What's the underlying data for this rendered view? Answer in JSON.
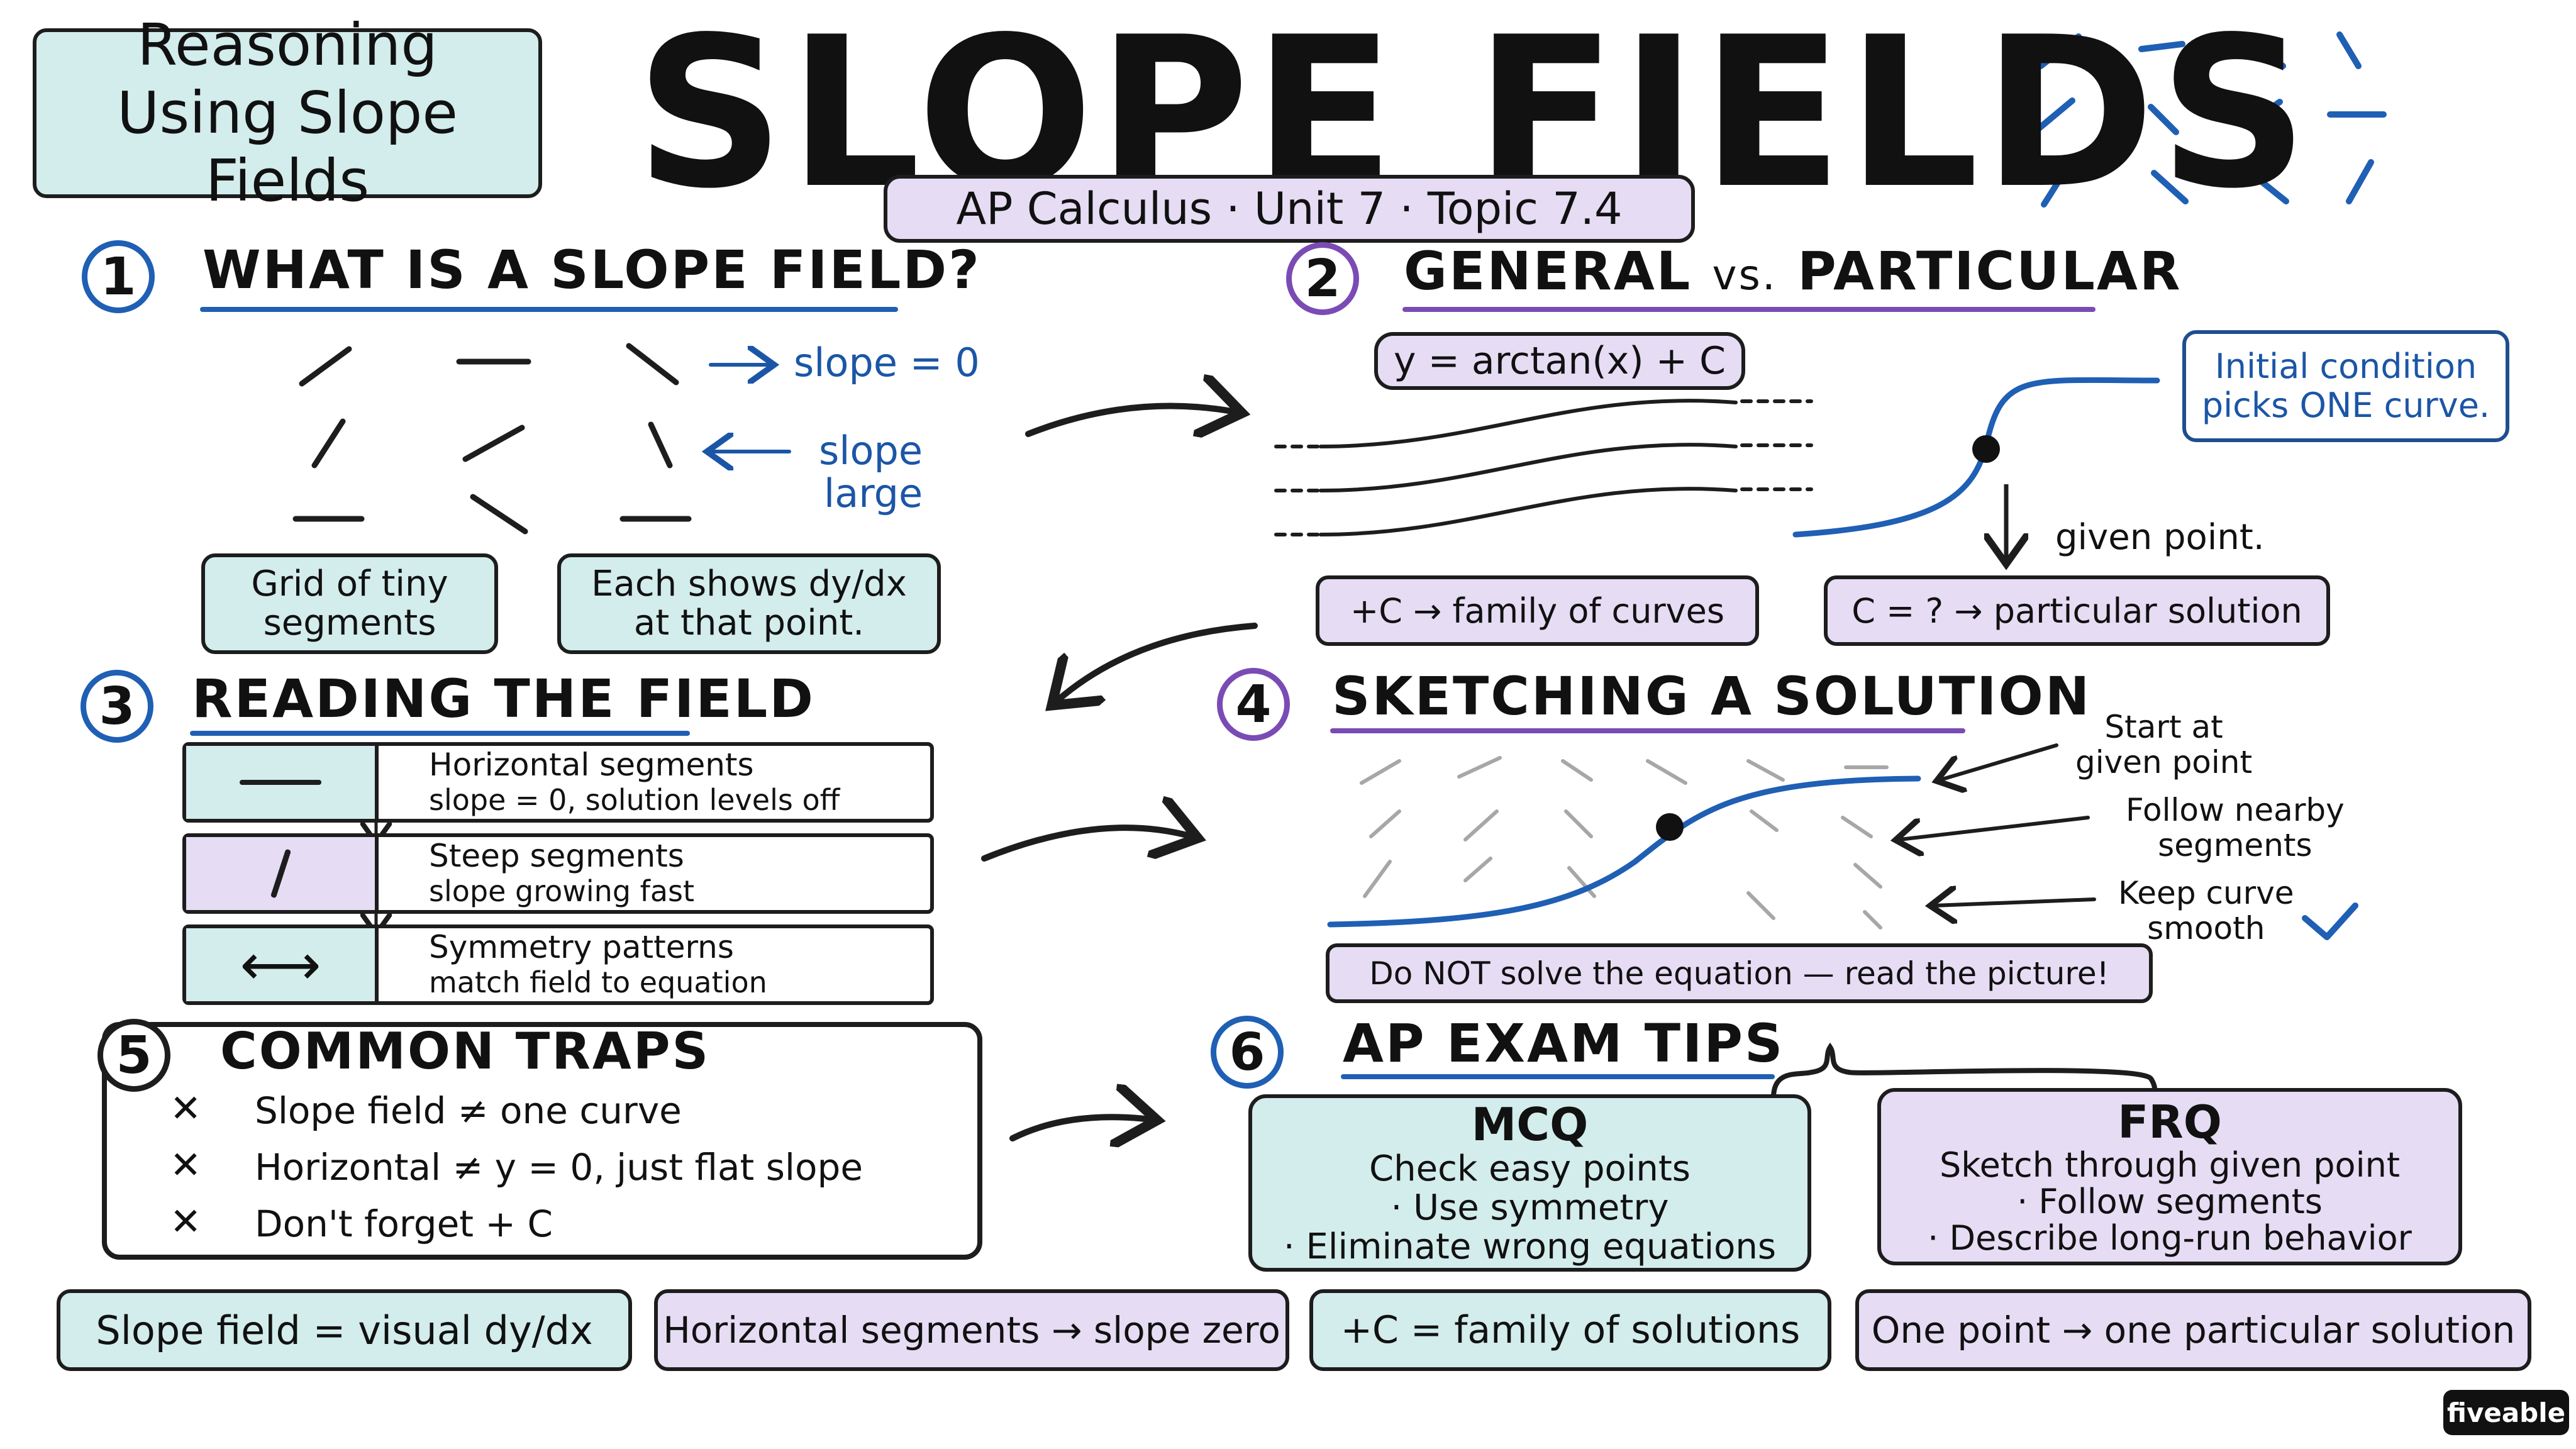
{
  "title": "SLOPE FIELDS",
  "subtitle": "AP Calculus · Unit 7 · Topic 7.4",
  "corner_label": [
    "Reasoning",
    "Using Slope Fields"
  ],
  "section1": {
    "number": "1",
    "heading": "WHAT IS A SLOPE FIELD?",
    "note_slope_zero": "slope = 0",
    "note_slope_large_1": "slope",
    "note_slope_large_2": "large",
    "box_grid": [
      "Grid of tiny",
      "segments"
    ],
    "box_each": [
      "Each shows dy/dx",
      "at that point."
    ]
  },
  "section2": {
    "number": "2",
    "heading_left": "GENERAL",
    "heading_vs": "vs.",
    "heading_right": "PARTICULAR",
    "equation": "y = arctan(x) + C",
    "initial_condition": [
      "Initial condition",
      "picks ONE curve."
    ],
    "given_point": "given point.",
    "family_box": "+C → family of curves",
    "particular_box": "C = ? → particular solution"
  },
  "section3": {
    "number": "3",
    "heading": "READING THE FIELD",
    "rows": [
      {
        "icon": "horizontal-segment-icon",
        "title": "Horizontal segments",
        "detail": "slope = 0, solution levels off"
      },
      {
        "icon": "steep-segment-icon",
        "title": "Steep segments",
        "detail": "slope growing fast"
      },
      {
        "icon": "double-arrow-icon",
        "title": "Symmetry patterns",
        "detail": "match field to equation"
      }
    ]
  },
  "section4": {
    "number": "4",
    "heading": "SKETCHING A SOLUTION",
    "note_start": [
      "Start at",
      "given point"
    ],
    "note_follow": [
      "Follow nearby",
      "segments"
    ],
    "note_smooth": [
      "Keep curve",
      "smooth"
    ],
    "warning": "Do NOT solve the equation — read the picture!"
  },
  "section5": {
    "number": "5",
    "heading": "COMMON TRAPS",
    "traps": [
      "Slope field ≠ one curve",
      "Horizontal ≠ y = 0, just flat slope",
      "Don't forget + C"
    ]
  },
  "section6": {
    "number": "6",
    "heading": "AP EXAM TIPS",
    "mcq": {
      "title": "MCQ",
      "lines": [
        "Check easy points",
        "· Use symmetry",
        "· Eliminate wrong equations"
      ]
    },
    "frq": {
      "title": "FRQ",
      "lines": [
        "Sketch through given point",
        "· Follow segments",
        "· Describe long-run behavior"
      ]
    }
  },
  "footer": [
    "Slope field = visual dy/dx",
    "Horizontal segments → slope zero",
    "+C = family of solutions",
    "One point → one particular solution"
  ],
  "brand": "fiveable",
  "colors": {
    "teal": "#d3ecec",
    "lavender": "#e6dcf4",
    "blue": "#1f5fb4",
    "purple": "#7a4bb5",
    "ink": "#1d1d1d"
  }
}
